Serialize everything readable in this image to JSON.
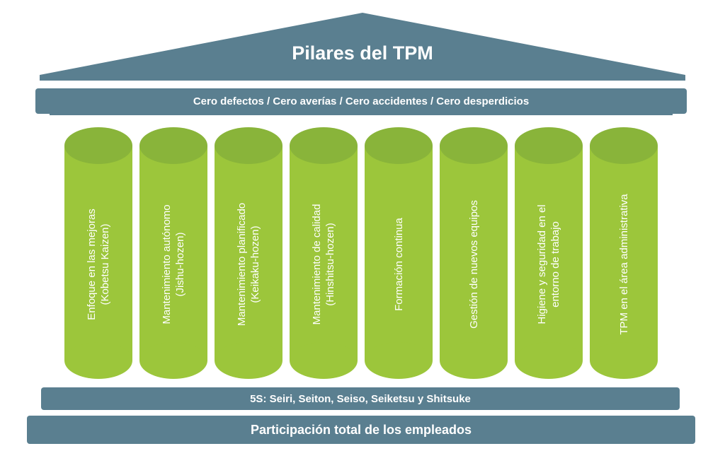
{
  "title": "Pilares del TPM",
  "entablature": "Cero defectos / Cero averías / Cero accidentes / Cero desperdicios",
  "pillars": [
    {
      "label": "Enfoque en las mejoras\n(Kobetsu Kaizen)"
    },
    {
      "label": "Mantenimiento autónomo\n(Jishu-hozen)"
    },
    {
      "label": "Mantenimiento planificado\n(Keikaku-hozen)"
    },
    {
      "label": "Mantenimiento de calidad\n(Hinshitsu-hozen)"
    },
    {
      "label": "Formación continua"
    },
    {
      "label": "Gestión de nuevos equipos"
    },
    {
      "label": "Higiene y seguridad en el\nentorno de trabajo"
    },
    {
      "label": "TPM en el área administrativa"
    }
  ],
  "base_upper": "5S: Seiri, Seiton, Seiso, Seiketsu y Shitsuke",
  "base_lower": "Participación total de los empleados",
  "colors": {
    "slate": "#5a7f90",
    "pillar_green": "#9cc63b",
    "pillar_top": "#89b43a",
    "text": "#ffffff"
  }
}
